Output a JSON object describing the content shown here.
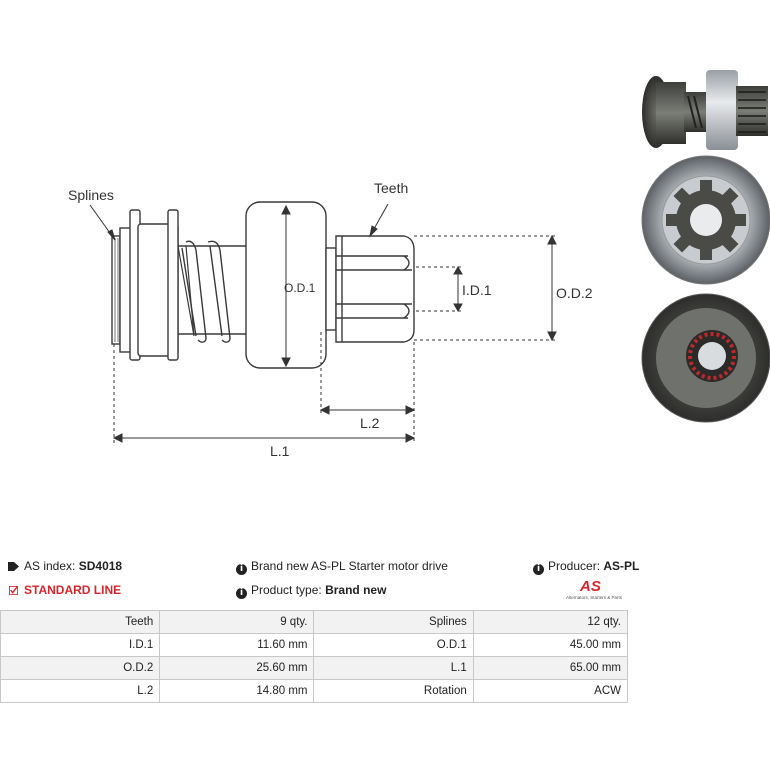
{
  "diagram": {
    "labels": {
      "splines": "Splines",
      "teeth": "Teeth",
      "od1": "O.D.1",
      "id1": "I.D.1",
      "od2": "O.D.2",
      "l2": "L.2",
      "l1": "L.1"
    }
  },
  "info": {
    "as_index_label": "AS index:",
    "as_index_value": "SD4018",
    "standard_line": "STANDARD LINE",
    "description": "Brand new AS-PL Starter motor drive",
    "product_type_label": "Product type:",
    "product_type_value": "Brand new",
    "producer_label": "Producer:",
    "producer_value": "AS-PL"
  },
  "logo": {
    "mark": "AS",
    "tagline": "Alternators, Starters & Parts"
  },
  "specs": [
    {
      "k1": "Teeth",
      "v1": "9 qty.",
      "k2": "Splines",
      "v2": "12 qty."
    },
    {
      "k1": "I.D.1",
      "v1": "11.60 mm",
      "k2": "O.D.1",
      "v2": "45.00 mm"
    },
    {
      "k1": "O.D.2",
      "v1": "25.60 mm",
      "k2": "L.1",
      "v2": "65.00 mm"
    },
    {
      "k1": "L.2",
      "v1": "14.80 mm",
      "k2": "Rotation",
      "v2": "ACW"
    }
  ],
  "colors": {
    "accent": "#d9262d"
  }
}
